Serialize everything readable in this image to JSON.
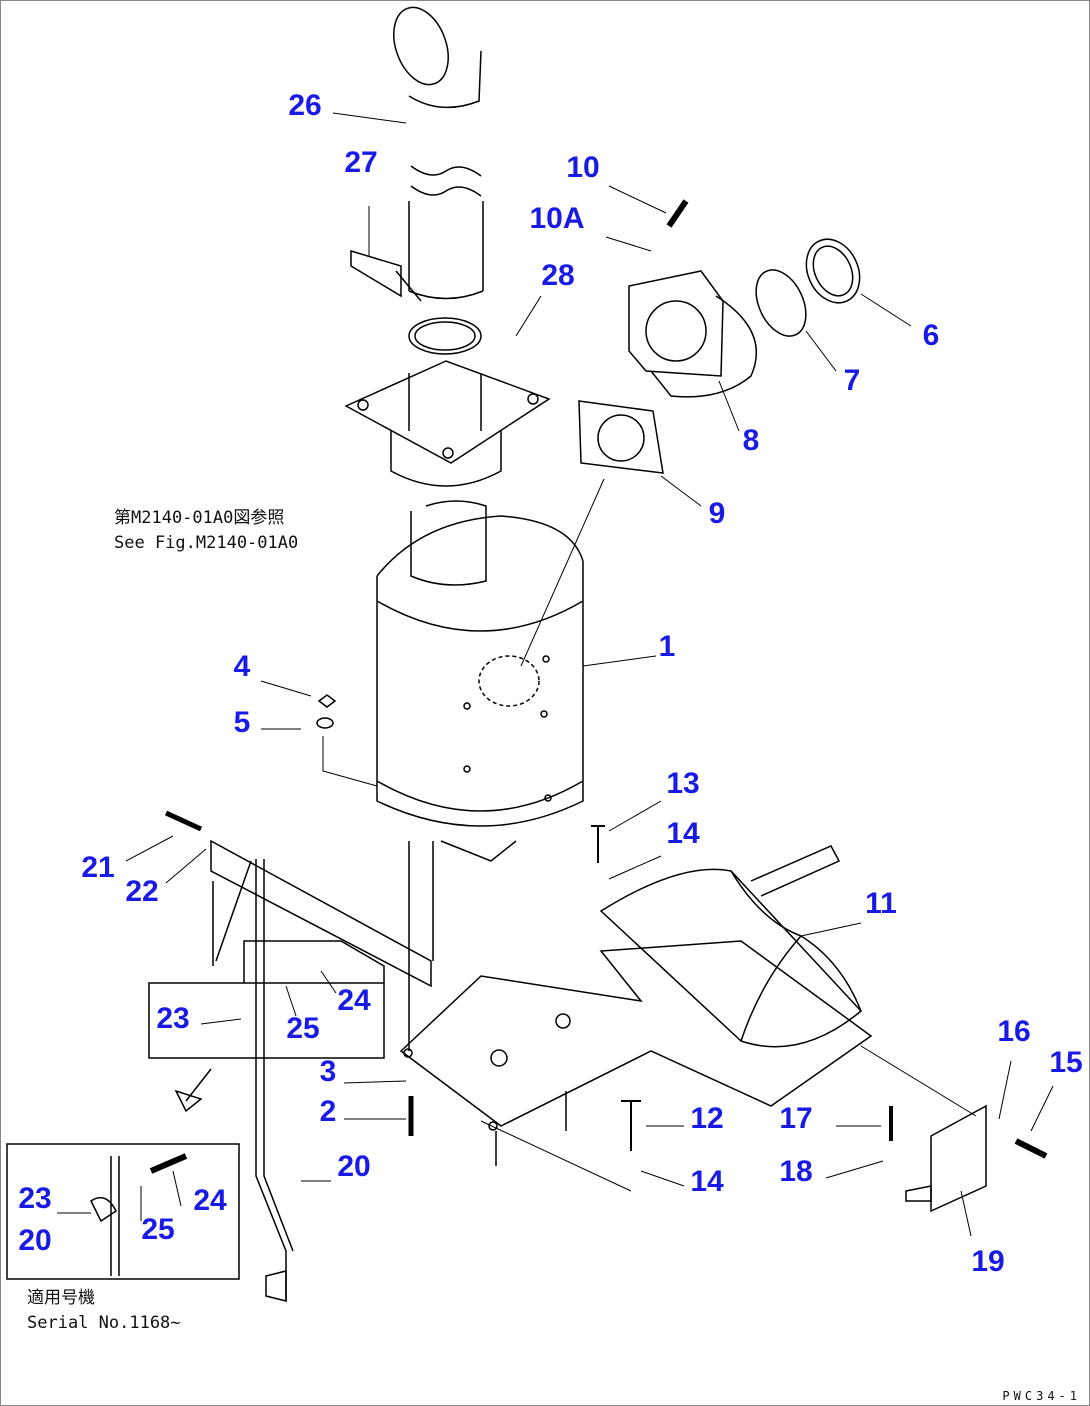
{
  "callouts": [
    "26",
    "27",
    "10",
    "10A",
    "28",
    "6",
    "7",
    "8",
    "9",
    "1",
    "4",
    "5",
    "13",
    "14",
    "11",
    "21",
    "22",
    "23",
    "24",
    "25",
    "3",
    "2",
    "12",
    "17",
    "16",
    "15",
    "18",
    "14",
    "20",
    "19",
    "23",
    "24",
    "25",
    "20"
  ],
  "notes": {
    "see_fig_jp": "第M2140-01A0図参照",
    "see_fig_en": "See Fig.M2140-01A0",
    "serial_jp": "適用号機",
    "serial_en": "Serial No.1168~"
  },
  "figure_code": "PWC34-1",
  "colors": {
    "callout": "#1a1ae6",
    "line": "#000000"
  }
}
